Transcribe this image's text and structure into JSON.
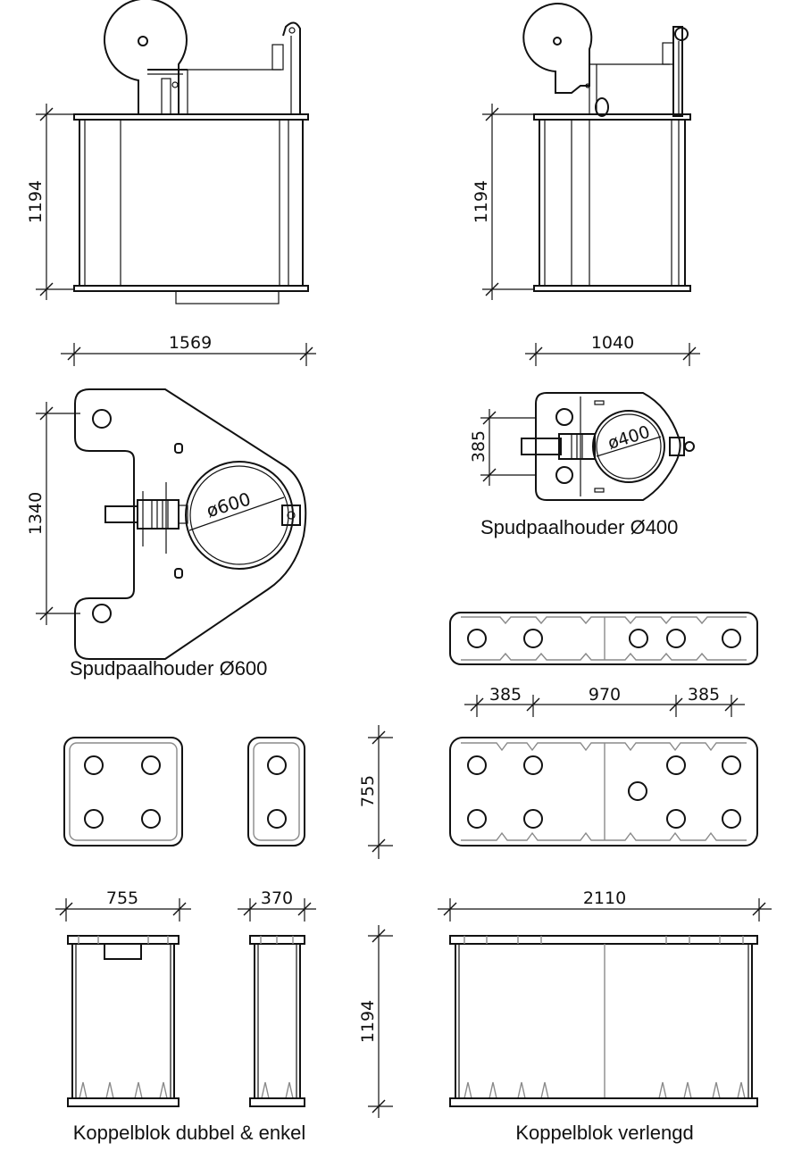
{
  "captions": {
    "holder_400": "Spudpaalhouder Ø400",
    "holder_600": "Spudpaalhouder Ø600",
    "block_double_single": "Koppelblok dubbel & enkel",
    "block_extended": "Koppelblok verlengd"
  },
  "dimensions": {
    "h600_side_height": "1194",
    "h600_width": "1569",
    "h400_side_height": "1194",
    "h400_width": "1040",
    "h600_plan_height": "1340",
    "h600_diameter": "ø600",
    "h400_plan_height": "385",
    "h400_diameter": "ø400",
    "ext_seg_left": "385",
    "ext_seg_mid": "970",
    "ext_seg_right": "385",
    "block_height": "755",
    "double_width": "755",
    "single_width": "370",
    "ext_width": "2110",
    "block_side_height": "1194"
  }
}
